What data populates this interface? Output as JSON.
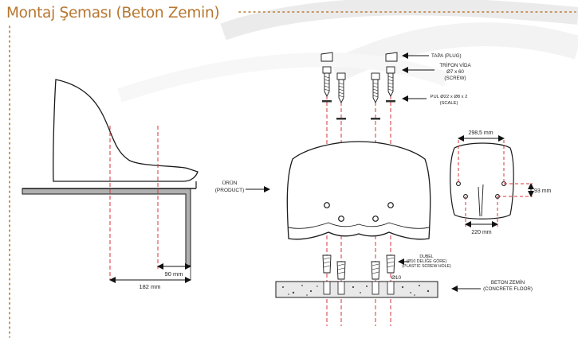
{
  "title": "Montaj Şeması (Beton Zemin)",
  "labels": {
    "plug": "TAPA (PLUG)",
    "screw_line1": "TRİFON VİDA",
    "screw_line2": "Ø7 x 60",
    "screw_line3": "(SCREW)",
    "washer_line1": "PUL Ø22 x Ø8 x 2",
    "washer_line2": "(SCALE)",
    "product_line1": "ÜRÜN",
    "product_line2": "(PRODUCT)",
    "dowel_line1": "DUBEL",
    "dowel_line2": "(Ø10 DELİĞE GÖRE)",
    "dowel_line3": "(PLASTIC SCREW HOLE)",
    "hole_diameter": "Ø10",
    "floor_line1": "BETON ZEMİN",
    "floor_line2": "(CONCRETE FLOOR)"
  },
  "dimensions": {
    "d90": "90 mm",
    "d182": "182 mm",
    "d298": "298,5 mm",
    "d93": "93 mm",
    "d220": "220 mm"
  },
  "colors": {
    "accent": "#b8762f",
    "dash_red": "#d9333a",
    "line": "#1a1a1a",
    "gray": "#9a9a9a"
  }
}
